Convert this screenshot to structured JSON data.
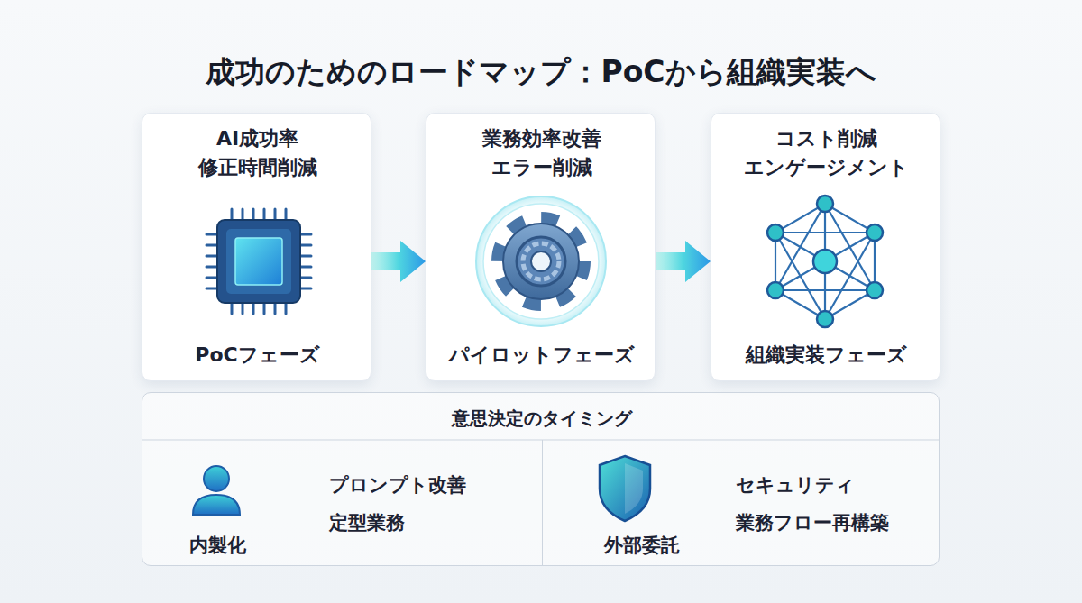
{
  "diagram": {
    "title": "成功のためのロードマップ：PoCから組織実装へ",
    "nodes": [
      {
        "text": [
          "AI成功率",
          "修正時間削減",
          "PoCフェーズ"
        ]
      },
      {
        "text": [
          "業務効率改善",
          "エラー削減",
          "パイロットフェーズ"
        ]
      },
      {
        "text": [
          "コスト削減",
          "エンゲージメント",
          "組織実装フェーズ"
        ]
      },
      {
        "text": [
          "意思決定のタイミング"
        ]
      },
      {
        "text": [
          "内製化",
          "プロンプト改善",
          "定型業務"
        ],
        "in": 3
      },
      {
        "text": [
          "外部委託",
          "セキュリティ",
          "業務フロー再構築"
        ],
        "in": 3
      }
    ],
    "edges": [
      {
        "from": 0,
        "to": 1,
        "arrow": "to"
      },
      {
        "from": 1,
        "to": 2,
        "arrow": "to"
      }
    ]
  }
}
